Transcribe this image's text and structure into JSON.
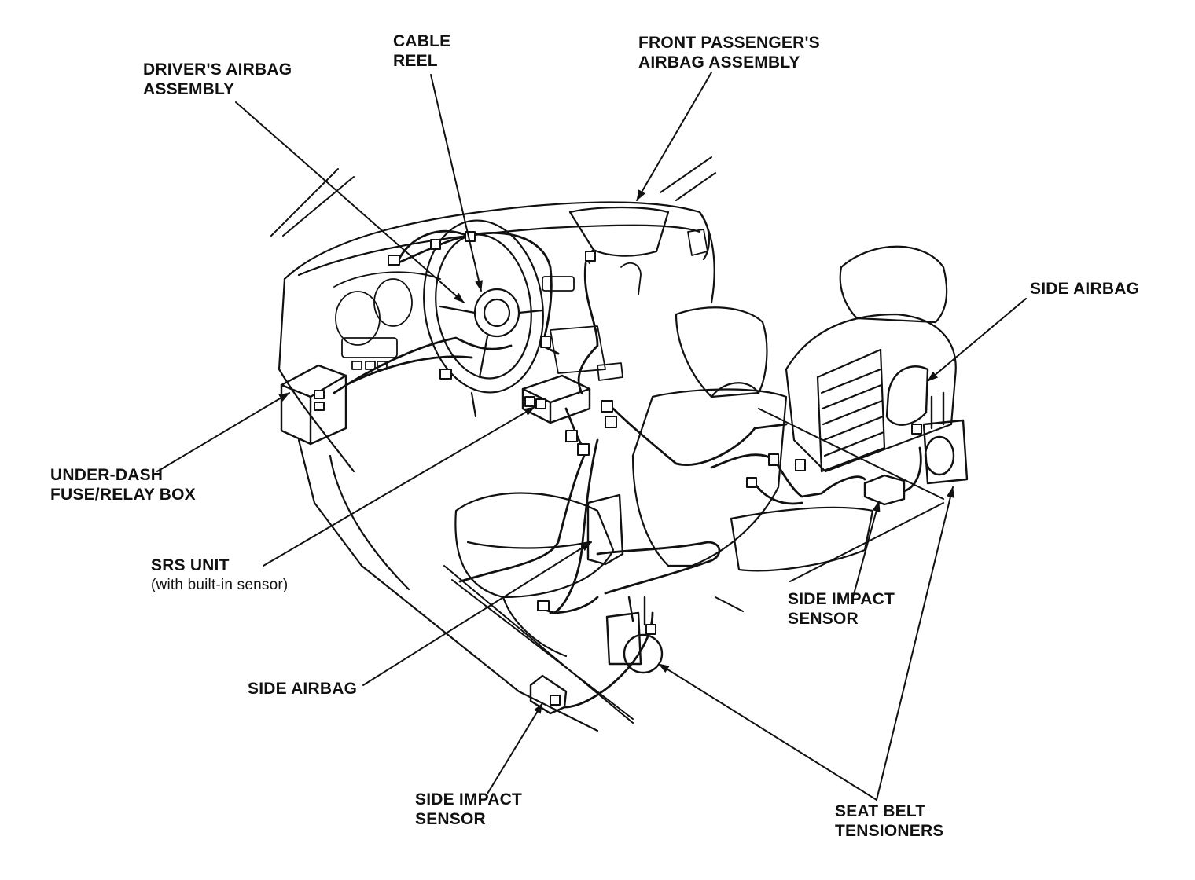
{
  "labels": {
    "drivers_airbag": [
      "DRIVER'S AIRBAG",
      "ASSEMBLY"
    ],
    "cable_reel": [
      "CABLE",
      "REEL"
    ],
    "front_passenger_airbag": [
      "FRONT PASSENGER'S",
      "AIRBAG ASSEMBLY"
    ],
    "side_airbag_right": [
      "SIDE AIRBAG"
    ],
    "under_dash_box": [
      "UNDER-DASH",
      "FUSE/RELAY BOX"
    ],
    "srs_unit": [
      "SRS UNIT",
      "(with built-in sensor)"
    ],
    "side_impact_sensor_right": [
      "SIDE IMPACT",
      "SENSOR"
    ],
    "side_airbag_left": [
      "SIDE AIRBAG"
    ],
    "side_impact_sensor_bottom": [
      "SIDE IMPACT",
      "SENSOR"
    ],
    "seat_belt_tensioners": [
      "SEAT BELT",
      "TENSIONERS"
    ]
  },
  "colors": {
    "ink": "#111111",
    "paper": "#ffffff"
  }
}
